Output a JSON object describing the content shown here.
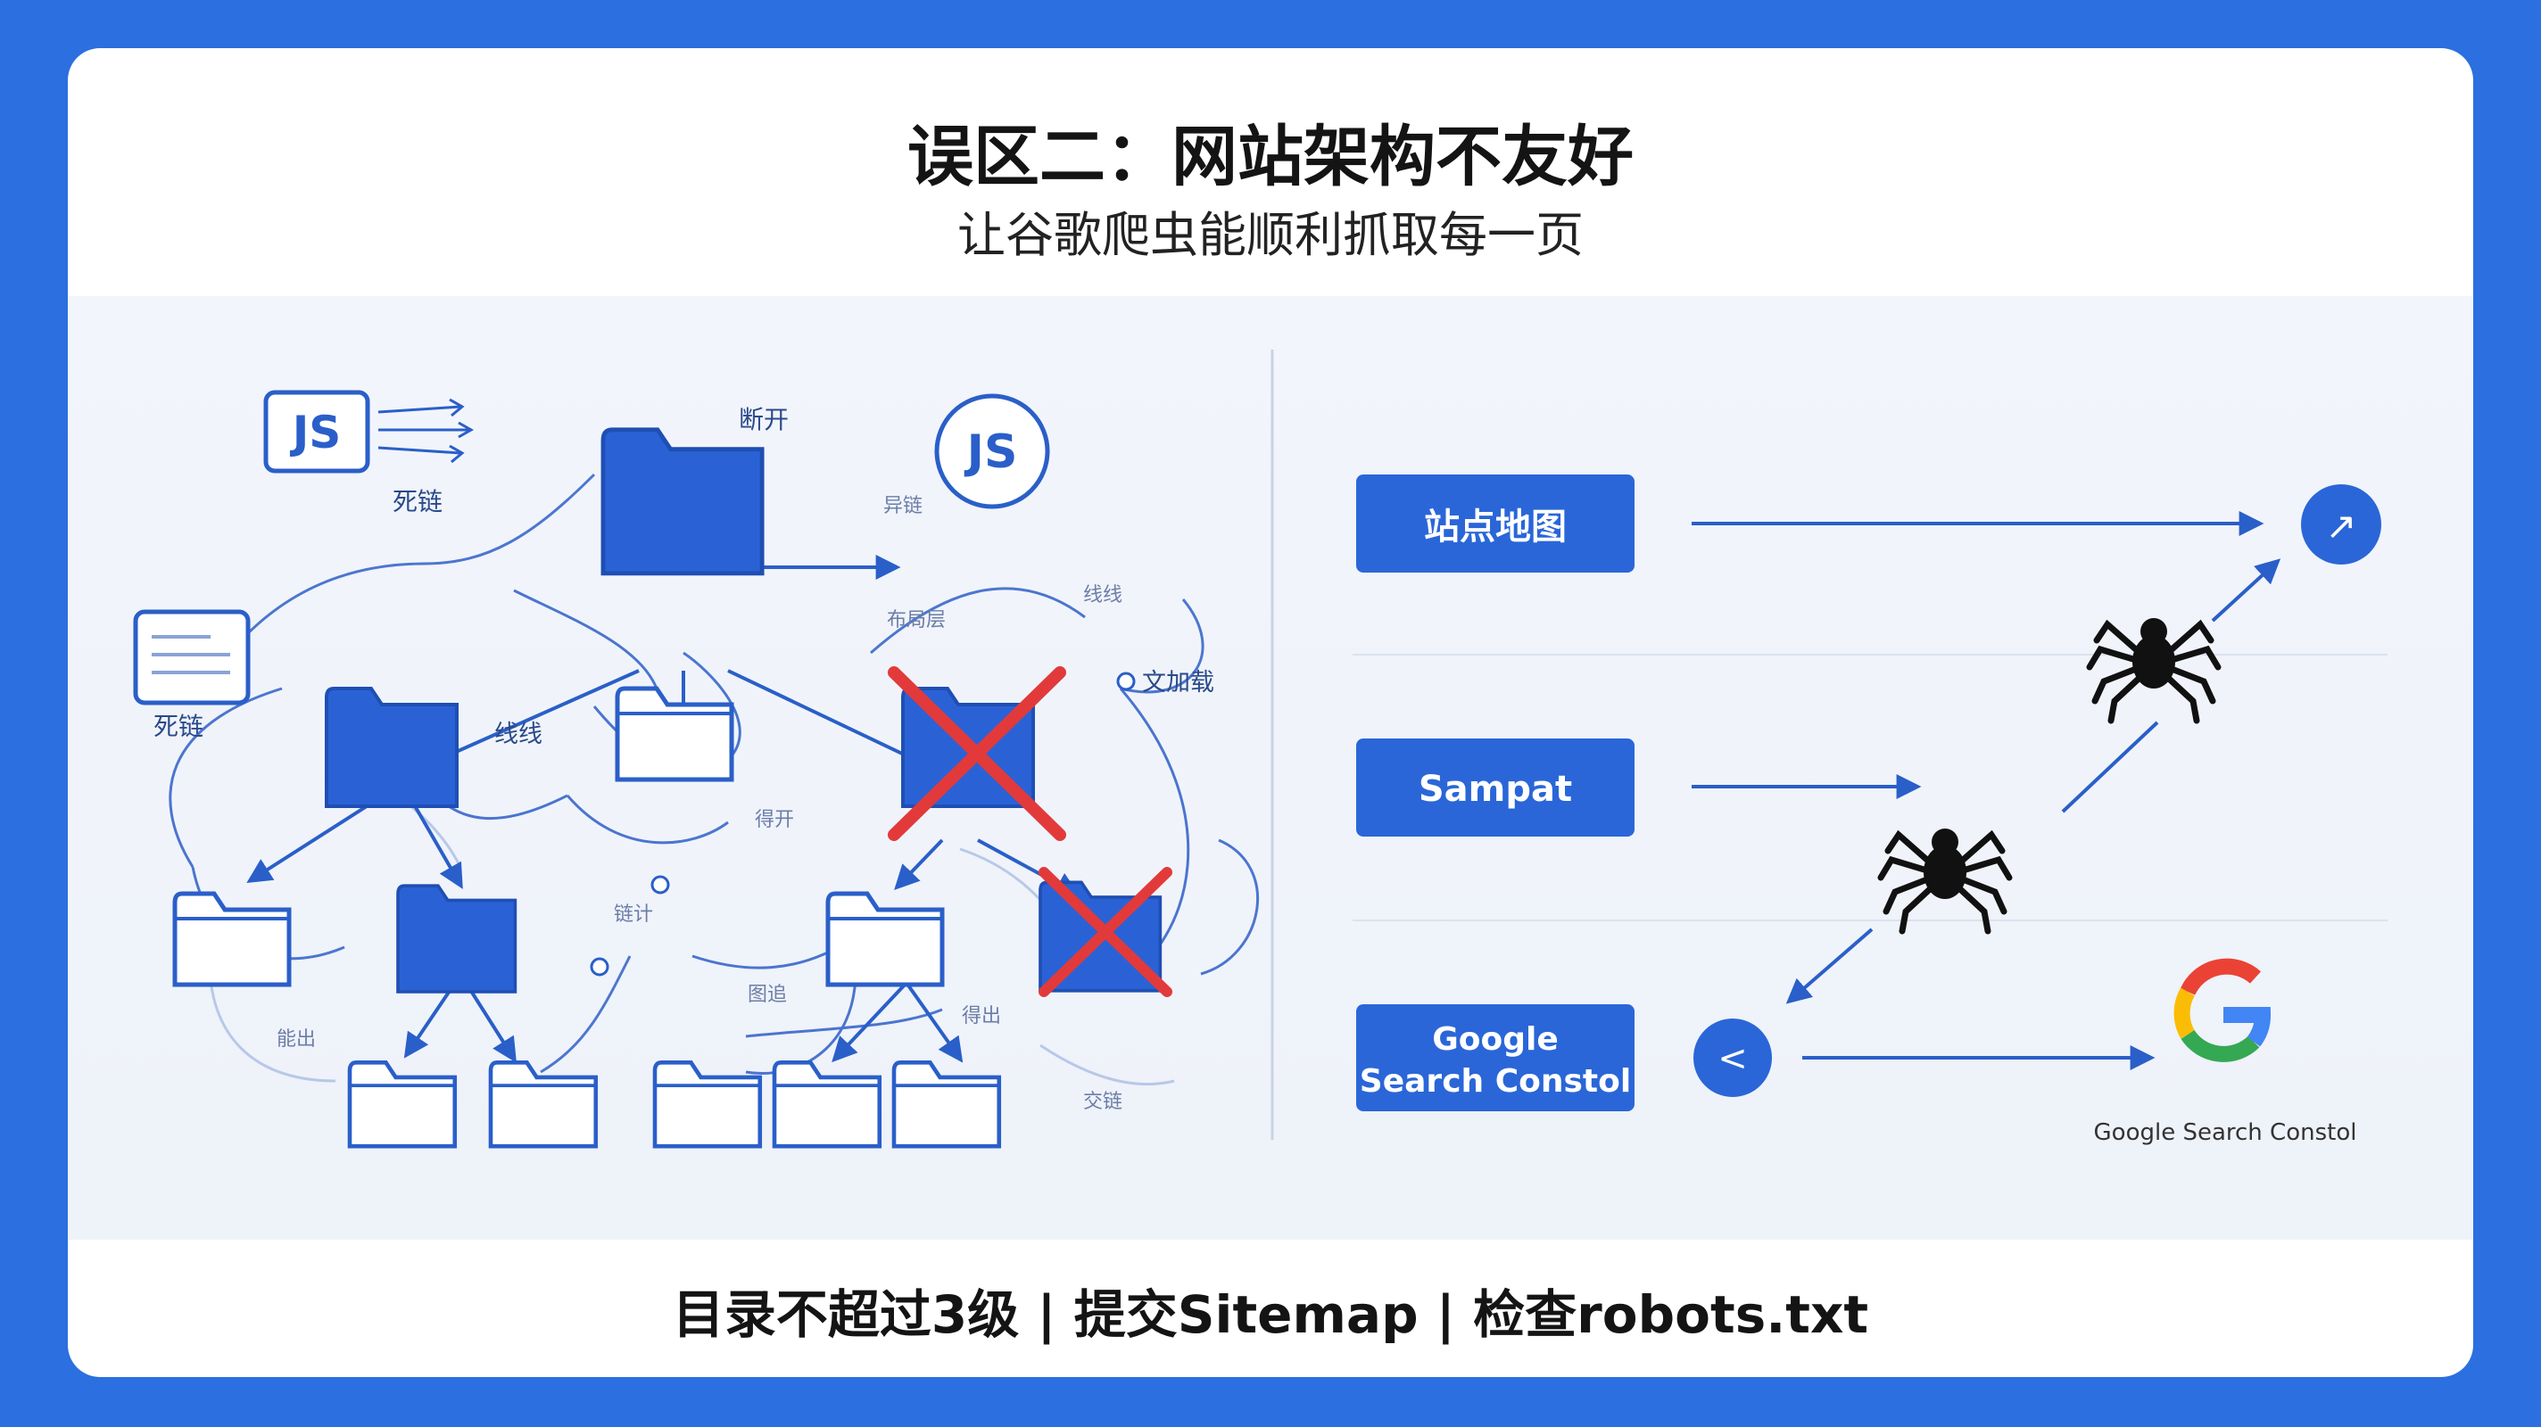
{
  "header": {
    "title": "误区二：网站架构不友好",
    "subtitle": "让谷歌爬虫能顺利抓取每一页"
  },
  "left_diagram": {
    "js_badge_left": "JS",
    "js_badge_right": "JS",
    "labels": {
      "disconnect_top": "断开",
      "dead_link_top": "死链",
      "dead_link_doc": "死链",
      "small_1": "异链",
      "small_2": "布局层",
      "small_3": "线线",
      "text_load": "文加载",
      "line_mid": "线线",
      "small_4": "得开",
      "small_5": "链计",
      "small_6": "能出",
      "small_7": "图追",
      "small_8": "得出",
      "small_9": "交链"
    }
  },
  "right_diagram": {
    "sitemap_btn": "站点地图",
    "sampat_btn": "Sampat",
    "gsc_btn_line1": "Google",
    "gsc_btn_line2": "Search Constol",
    "top_circle_glyph": "↗",
    "left_circle_glyph": "<",
    "google_caption": "Google Search Constol",
    "google_logo_letter": "G"
  },
  "footer": {
    "text": "目录不超过3级 | 提交Sitemap | 检查robots.txt"
  },
  "colors": {
    "background": "#2b6fe0",
    "accent_blue": "#2a62d6",
    "cross_red": "#e23a3a",
    "line_blue": "#2f5fc8"
  }
}
